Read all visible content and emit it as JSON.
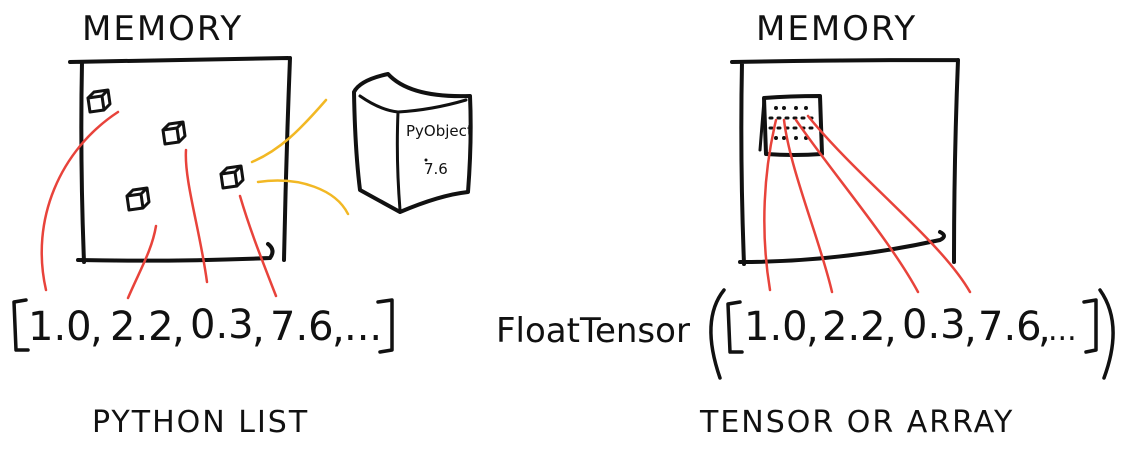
{
  "left": {
    "memory_label": "MEMORY",
    "caption": "PYTHON LIST",
    "values": [
      "1.0",
      "2.2",
      "0.3",
      "7.6",
      "..."
    ],
    "pyobject_label": "PyObject",
    "pyobject_value": "7.6"
  },
  "right": {
    "memory_label": "MEMORY",
    "caption": "TENSOR OR ARRAY",
    "constructor": "FloatTensor",
    "values": [
      "1.0",
      "2.2",
      "0.3",
      "7.6",
      "..."
    ]
  },
  "colors": {
    "ink": "#111111",
    "pointer_red": "#e8433b",
    "link_yellow": "#f2b824"
  }
}
